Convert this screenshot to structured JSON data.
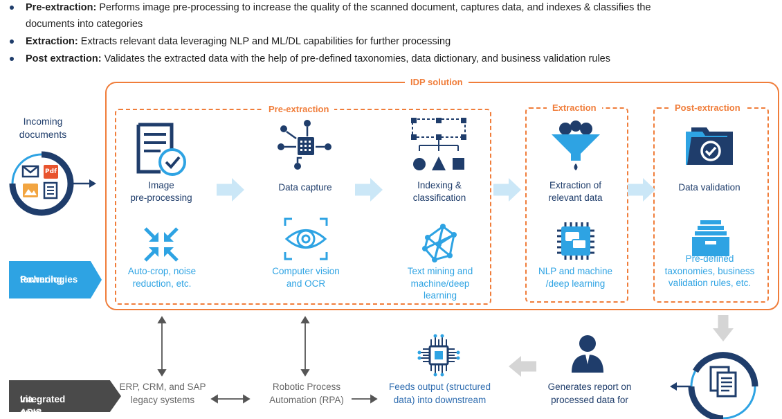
{
  "bullets": [
    {
      "term": "Pre-extraction:",
      "text": " Performs image pre-processing to increase the quality of the scanned document, captures data, and indexes & classifies the",
      "cont": "documents into categories"
    },
    {
      "term": "Extraction:",
      "text": " Extracts relevant data leveraging NLP and ML/DL capabilities for further processing"
    },
    {
      "term": "Post extraction:",
      "text": " Validates the extracted data with the help of pre-defined taxonomies, data dictionary, and business validation rules"
    }
  ],
  "incoming": {
    "line1": "Incoming",
    "line2": "documents",
    "pdf_badge": "Pdf"
  },
  "idp_title": "IDP solution",
  "sections": {
    "pre": {
      "title": "Pre-extraction",
      "steps": [
        {
          "l1": "Image",
          "l2": "pre-processing"
        },
        {
          "l1": "Data capture"
        },
        {
          "l1": "Indexing &",
          "l2": "classification"
        }
      ],
      "techs": [
        {
          "l1": "Auto-crop, noise",
          "l2": "reduction, etc."
        },
        {
          "l1": "Computer vision",
          "l2": "and OCR"
        },
        {
          "l1": "Text mining and",
          "l2": "machine/deep",
          "l3": "learning"
        }
      ]
    },
    "extraction": {
      "title": "Extraction",
      "step": {
        "l1": "Extraction of",
        "l2": "relevant data"
      },
      "tech": {
        "l1": "NLP and machine",
        "l2": "/deep learning"
      }
    },
    "post": {
      "title": "Post-extraction",
      "step": {
        "l1": "Data validation"
      },
      "tech": {
        "l1": "Pre-defined",
        "l2": "taxonomies, business",
        "l3": "validation rules, etc."
      }
    }
  },
  "powering": {
    "l1": "Powering",
    "l2": "technologies"
  },
  "integrated": {
    "l1": "Integrated apps",
    "l2": "via APIS"
  },
  "bottom": {
    "erp": {
      "l1": "ERP, CRM, and SAP",
      "l2": "legacy systems"
    },
    "rpa": {
      "l1": "Robotic Process",
      "l2": "Automation (RPA)"
    },
    "feeds": {
      "l1": "Feeds output (structured",
      "l2": "data) into downstream"
    },
    "report": {
      "l1": "Generates report on",
      "l2": "processed data for"
    }
  },
  "colors": {
    "orange": "#f07d3a",
    "navy": "#1f3d6b",
    "blue": "#2ea3e3",
    "light_blue": "#cbe7f7",
    "gray": "#d5d5d5",
    "dark_gray": "#4a4a4a"
  }
}
